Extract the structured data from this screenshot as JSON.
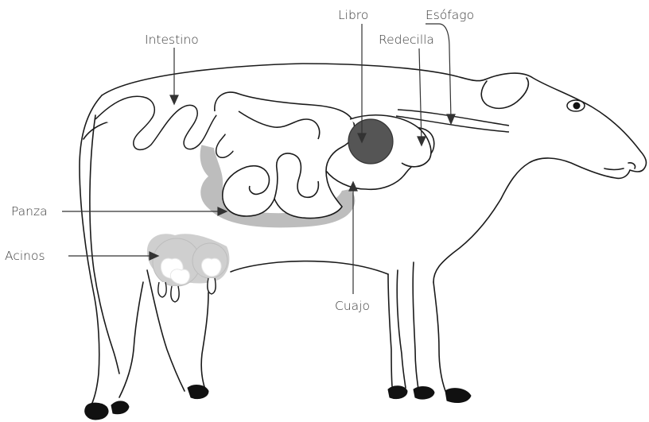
{
  "labels": {
    "intestino": "Intestino",
    "libro": "Libro",
    "esofago": "Esófago",
    "redecilla": "Redecilla",
    "panza": "Panza",
    "acinos": "Acinos",
    "cuajo": "Cuajo"
  },
  "colors": {
    "outline": "#1a1a1a",
    "rumen_shadow": "#bdbdbd",
    "udder": "#cfcfcf",
    "omasum": "#555555",
    "hoof": "#111111",
    "leader": "#333333"
  }
}
